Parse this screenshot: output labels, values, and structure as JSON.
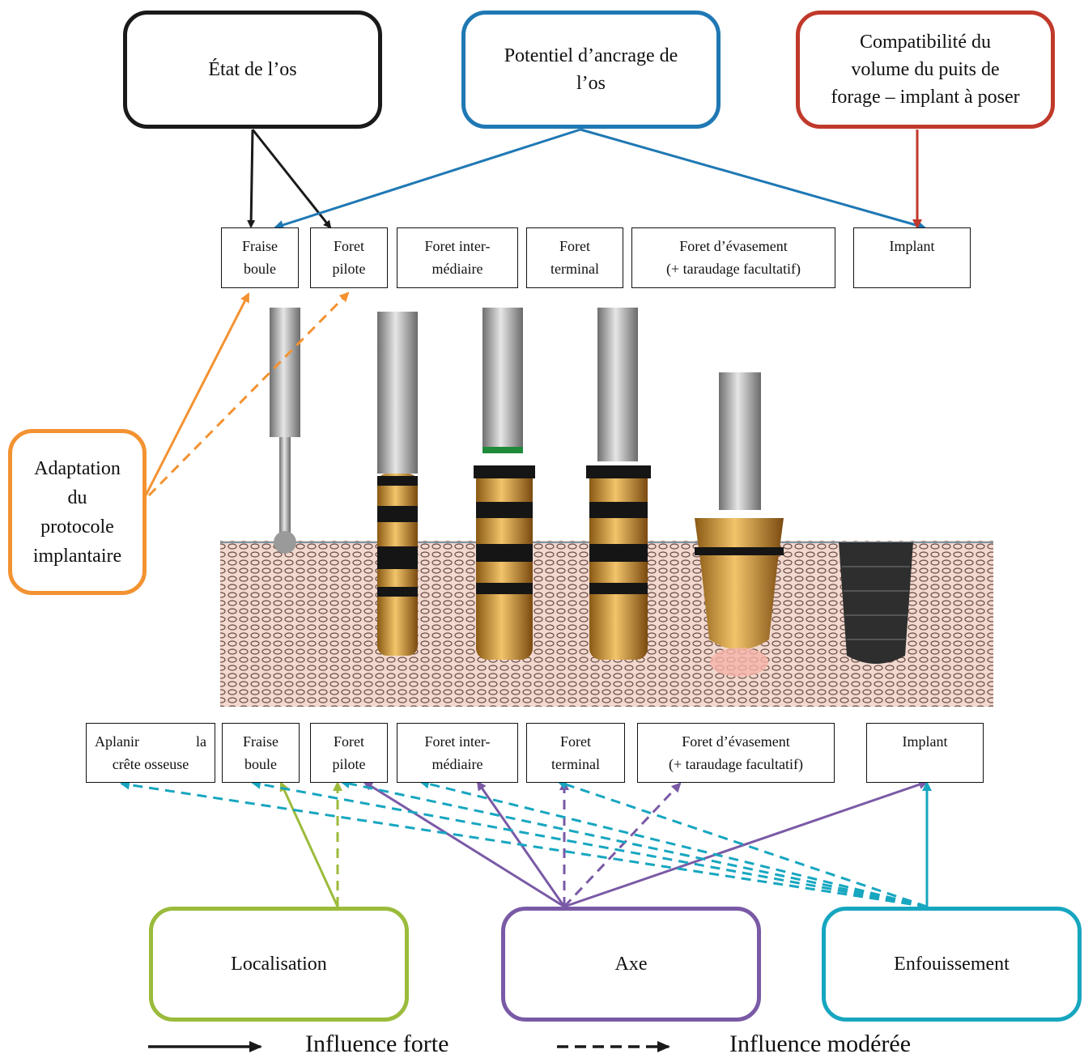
{
  "top_boxes": {
    "etat": {
      "text": "État de l’os",
      "color": "#1a1a1a"
    },
    "potentiel": {
      "line1": "Potentiel d’ancrage de",
      "line2": "l’os",
      "color": "#1f78b4"
    },
    "compat": {
      "line1": "Compatibilité du",
      "line2": "volume du puits de",
      "line3": "forage – implant à poser",
      "color": "#c0392b"
    }
  },
  "top_steps": [
    {
      "l1": "Fraise",
      "l2": "boule"
    },
    {
      "l1": "Foret",
      "l2": "pilote"
    },
    {
      "l1": "Foret inter-",
      "l2": "médiaire"
    },
    {
      "l1": "Foret",
      "l2": "terminal"
    },
    {
      "l1": "Foret d’évasement",
      "l2": "(+ taraudage facultatif)"
    },
    {
      "l1": "Implant",
      "l2": ""
    }
  ],
  "bottom_steps": [
    {
      "l1a": "Aplanir",
      "l1b": "la",
      "l2": "crête osseuse"
    },
    {
      "l1": "Fraise",
      "l2": "boule"
    },
    {
      "l1": "Foret",
      "l2": "pilote"
    },
    {
      "l1": "Foret inter-",
      "l2": "médiaire"
    },
    {
      "l1": "Foret",
      "l2": "terminal"
    },
    {
      "l1": "Foret d’évasement",
      "l2": "(+ taraudage facultatif)"
    },
    {
      "l1": "Implant",
      "l2": ""
    }
  ],
  "side_box": {
    "l1": "Adaptation",
    "l2": "du",
    "l3": "protocole",
    "l4": "implantaire",
    "color": "#f39231"
  },
  "bottom_boxes": {
    "localisation": {
      "text": "Localisation",
      "color": "#9bbb3b"
    },
    "axe": {
      "text": "Axe",
      "color": "#7a5aa6"
    },
    "enfouissement": {
      "text": "Enfouissement",
      "color": "#17a6c0"
    }
  },
  "legend": {
    "strong": "Influence forte",
    "moderate": "Influence modérée"
  }
}
